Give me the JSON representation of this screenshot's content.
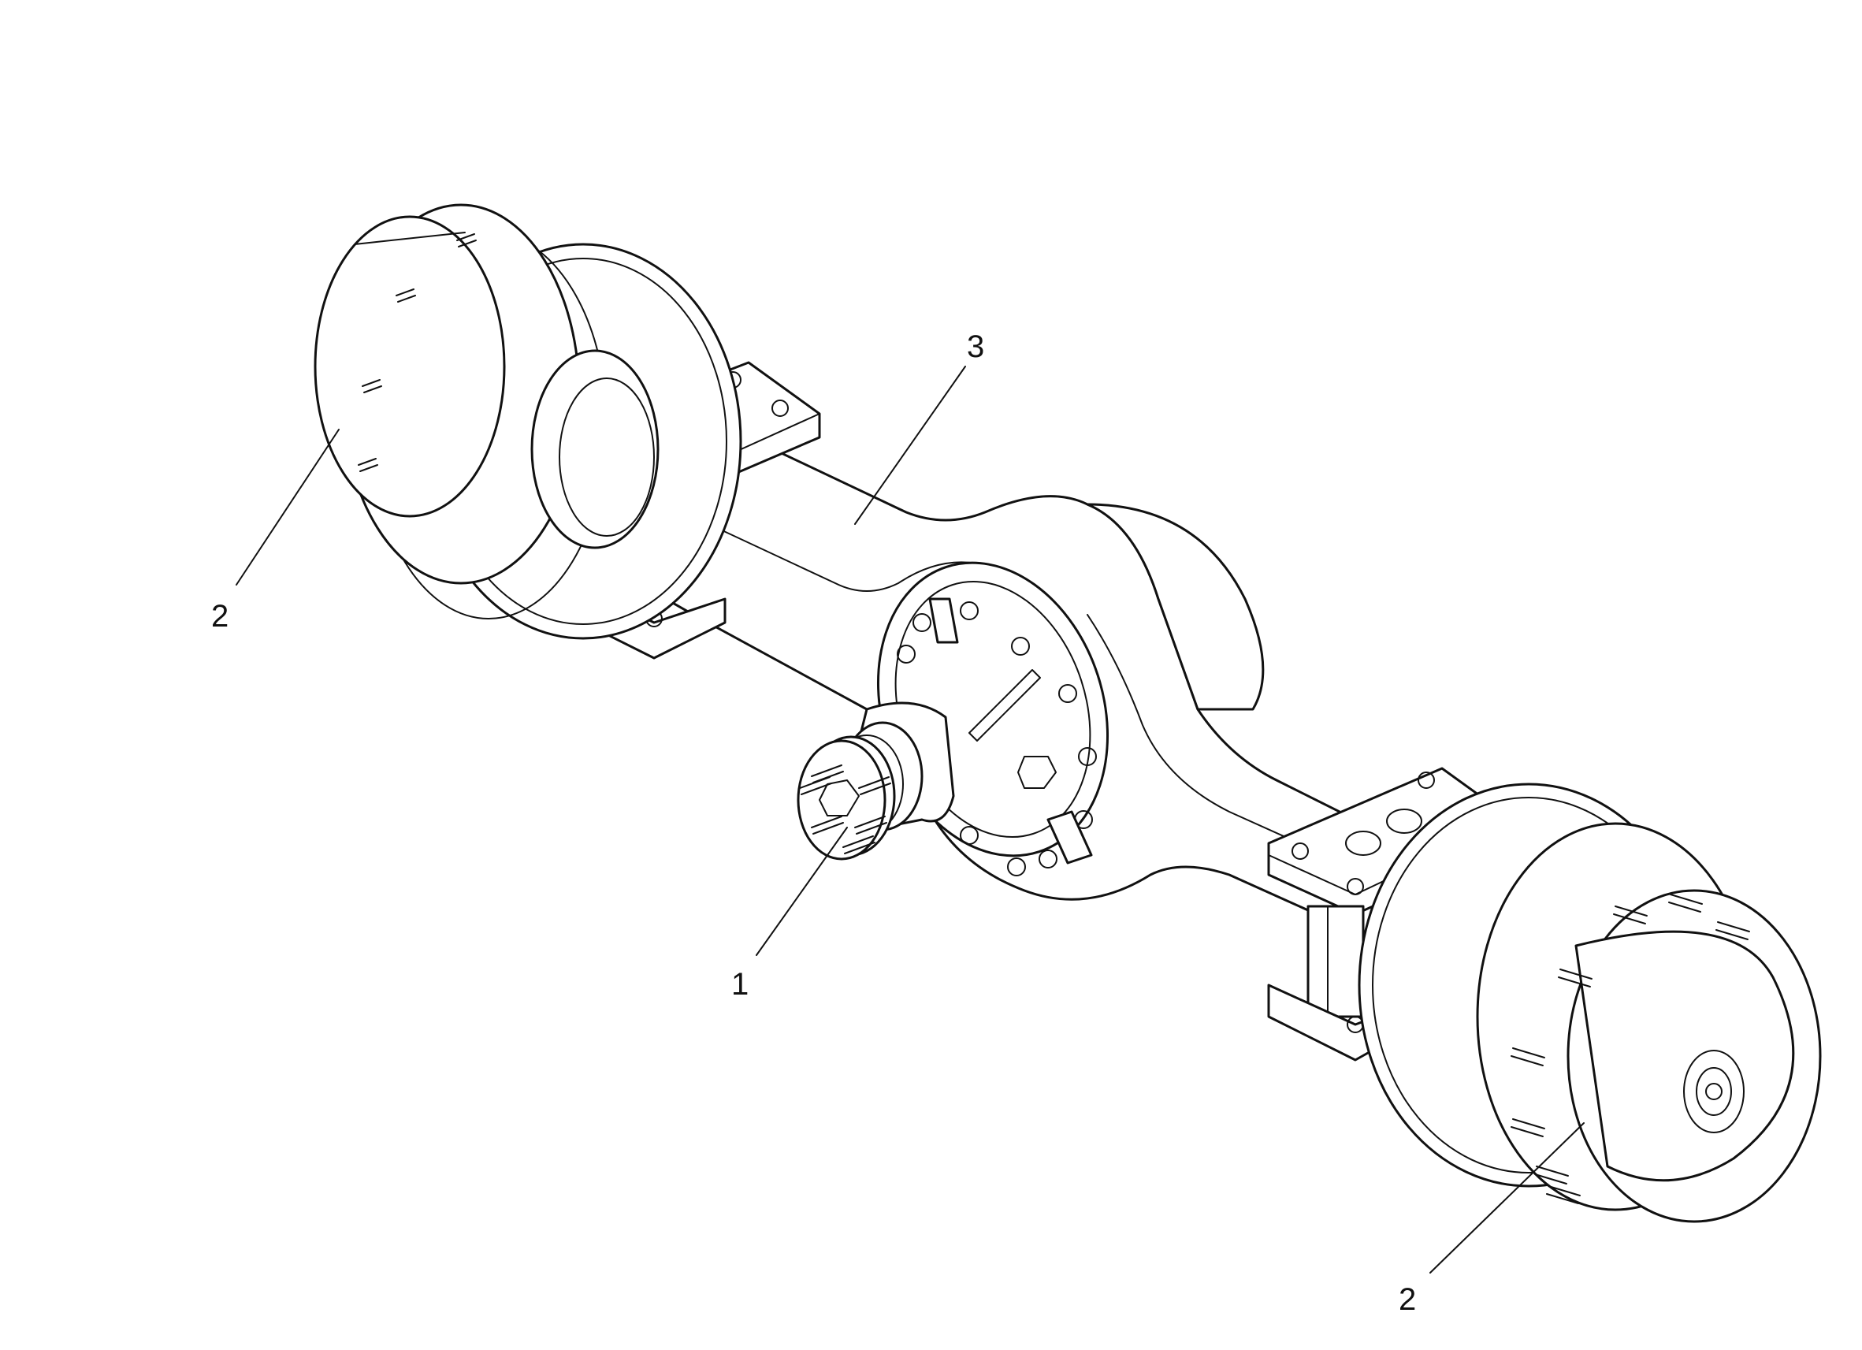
{
  "callouts": [
    {
      "id": "hub-left",
      "label": "2"
    },
    {
      "id": "housing",
      "label": "3"
    },
    {
      "id": "flange",
      "label": "1"
    },
    {
      "id": "hub-right",
      "label": "2"
    }
  ]
}
